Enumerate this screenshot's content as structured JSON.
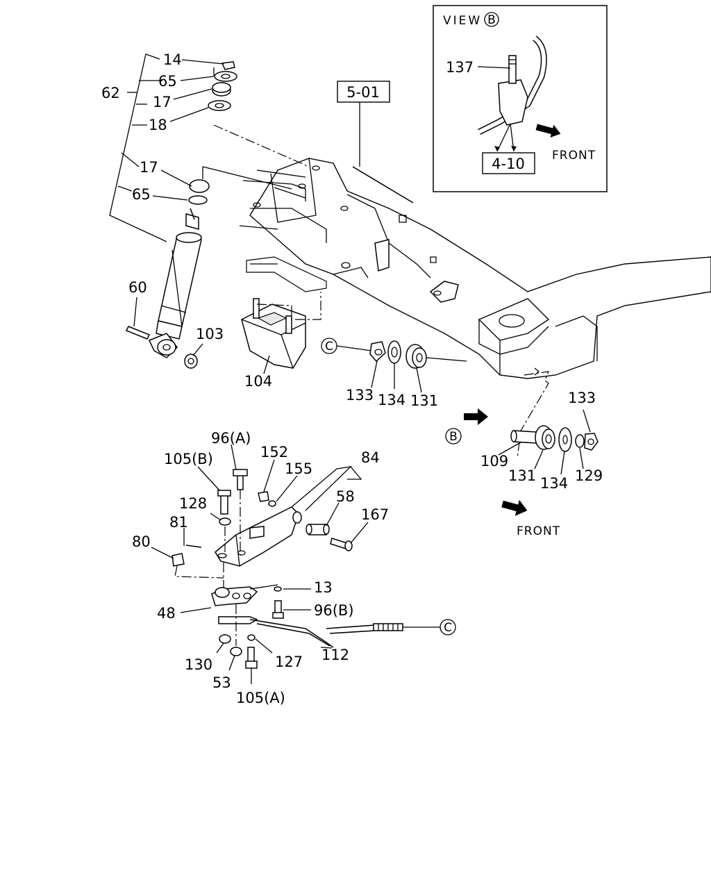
{
  "view_box": {
    "title": "VIEW",
    "view_letter": "B",
    "ref": "4-10",
    "front": "FRONT",
    "part": "137"
  },
  "ref_box": "5-01",
  "front_main": "FRONT",
  "markers": {
    "b": "B",
    "c1": "C",
    "c2": "C"
  },
  "labels": {
    "p14": "14",
    "p65a": "65",
    "p17a": "17",
    "p18": "18",
    "p62": "62",
    "p17b": "17",
    "p65b": "65",
    "p60": "60",
    "p103": "103",
    "p104": "104",
    "p133a": "133",
    "p134a": "134",
    "p131a": "131",
    "p133b": "133",
    "p109": "109",
    "p131b": "131",
    "p134b": "134",
    "p129": "129",
    "p96a": "96(A)",
    "p105b": "105(B)",
    "p152": "152",
    "p155": "155",
    "p84": "84",
    "p128": "128",
    "p58": "58",
    "p167": "167",
    "p81": "81",
    "p80": "80",
    "p13": "13",
    "p48": "48",
    "p96b": "96(B)",
    "p130": "130",
    "p127": "127",
    "p112": "112",
    "p53": "53",
    "p105a": "105(A)"
  }
}
